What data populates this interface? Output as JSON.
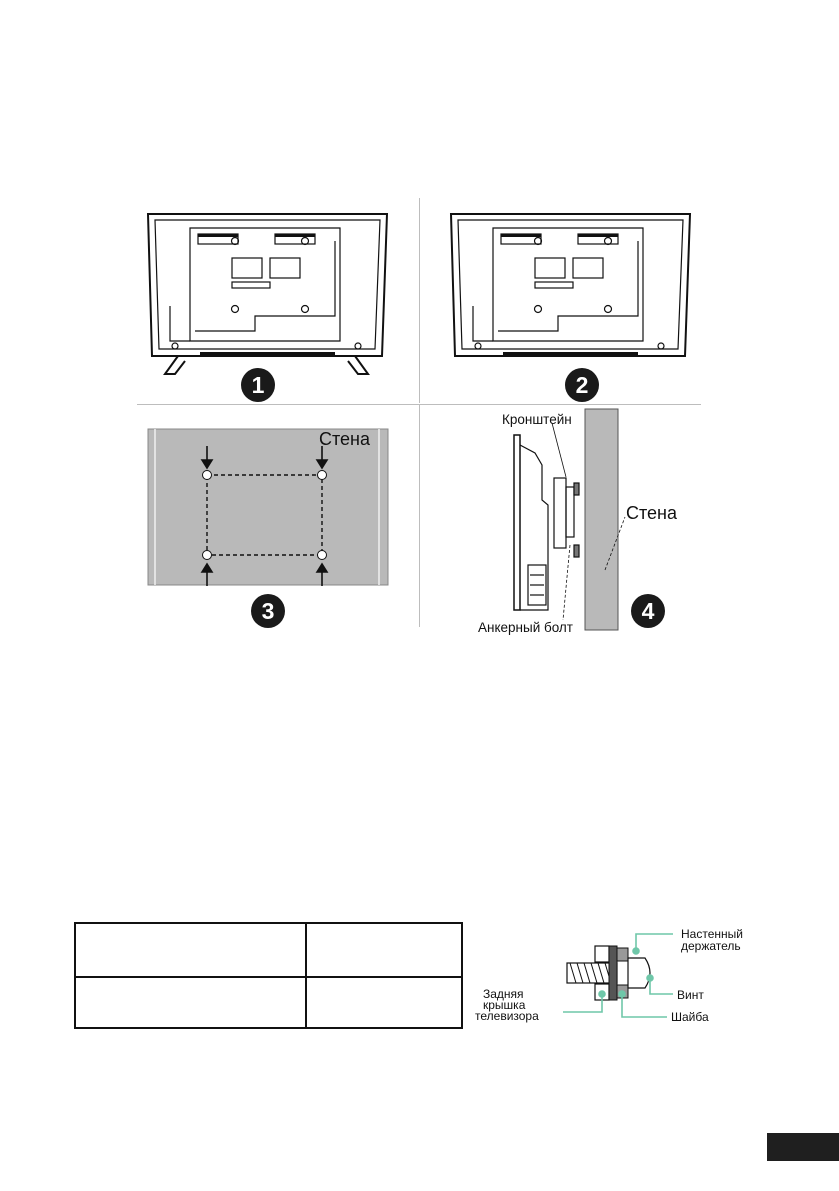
{
  "steps": [
    "1",
    "2",
    "3",
    "4"
  ],
  "panel3": {
    "wall_label": "Стена"
  },
  "panel4": {
    "bracket_label": "Кронштейн",
    "wall_label": "Стена",
    "anchor_label": "Анкерный болт"
  },
  "table": {
    "rows": [
      [
        "",
        ""
      ],
      [
        "",
        ""
      ]
    ]
  },
  "hardware": {
    "wall_holder": [
      "Настенный",
      "держатель"
    ],
    "back_cover": [
      "Задняя",
      "крышка",
      "телевизора"
    ],
    "screw": "Винт",
    "washer": "Шайба"
  },
  "colors": {
    "callout": "#6fc7a9",
    "wall": "#b9b9b9",
    "dark": "#1a1a1a"
  }
}
